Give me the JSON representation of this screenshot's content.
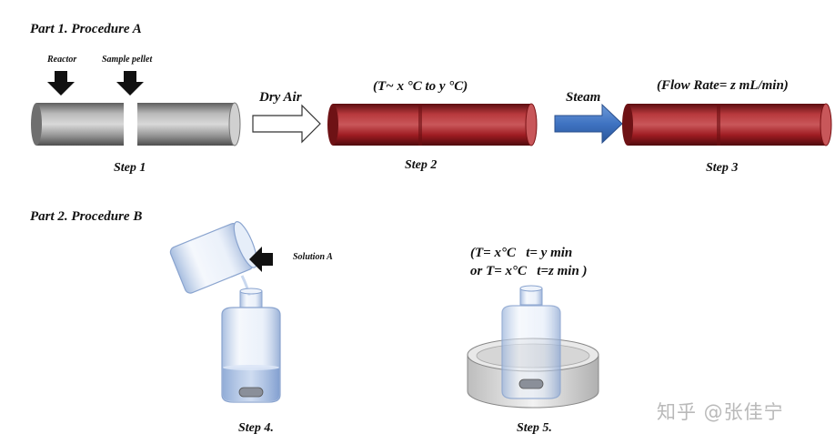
{
  "part1": {
    "title": "Part 1. Procedure A",
    "reactor_label": "Reactor",
    "pellet_label": "Sample pellet",
    "arrow1_label": "Dry Air",
    "step2_condition": "(T~ x °C to y °C)",
    "arrow2_label": "Steam",
    "step3_condition": "(Flow Rate= z mL/min)",
    "step1": "Step 1",
    "step2": "Step 2",
    "step3": "Step 3"
  },
  "part2": {
    "title": "Part 2. Procedure B",
    "solution_label": "Solution A",
    "condition_line1": "(T= x°C   t= y min",
    "condition_line2": "or T= x°C   t=z min )",
    "step4": "Step 4.",
    "step5": "Step 5."
  },
  "watermark": "知乎 @张佳宁",
  "colors": {
    "reactor_gray": "#8a8a8a",
    "reactor_red": "#9e1c22",
    "steam_arrow": "#3f73c2",
    "glass": "#b8cdea"
  }
}
